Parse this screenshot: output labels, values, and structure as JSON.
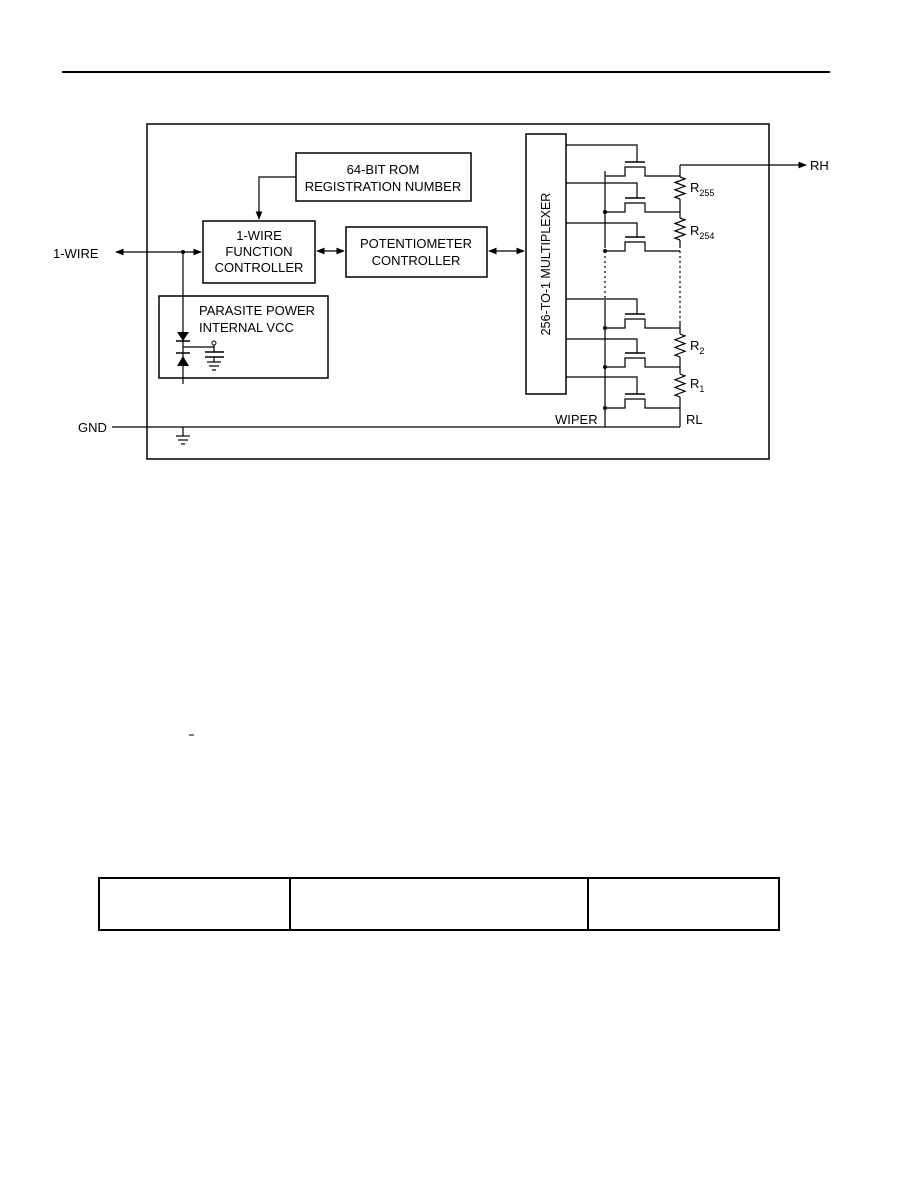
{
  "diagram": {
    "labels": {
      "rom": [
        "64-BIT ROM",
        "REGISTRATION NUMBER"
      ],
      "wire_ctrl": [
        "1-WIRE",
        "FUNCTION",
        "CONTROLLER"
      ],
      "pot_ctrl": [
        "POTENTIOMETER",
        "CONTROLLER"
      ],
      "parasite": [
        "PARASITE POWER",
        "INTERNAL VCC"
      ],
      "mux": "256-TO-1 MULTIPLEXER",
      "one_wire": "1-WIRE",
      "gnd": "GND",
      "rh": "RH",
      "rl": "RL",
      "wiper": "WIPER"
    },
    "resistors": [
      {
        "letter": "R",
        "sub": "255"
      },
      {
        "letter": "R",
        "sub": "254"
      },
      {
        "letter": "R",
        "sub": "2"
      },
      {
        "letter": "R",
        "sub": "1"
      }
    ]
  },
  "table": {
    "cells": [
      "",
      "",
      ""
    ]
  }
}
